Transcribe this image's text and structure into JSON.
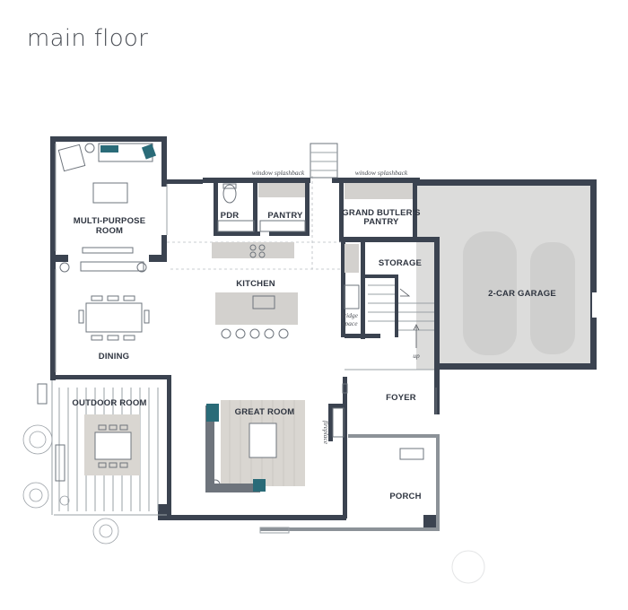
{
  "header": {
    "title": "main floor"
  },
  "rooms": {
    "multi_purpose_line1": "MULTI-PURPOSE",
    "multi_purpose_line2": "ROOM",
    "pdr": "PDR",
    "pantry": "PANTRY",
    "grand_butlers_line1": "GRAND BUTLER'S",
    "grand_butlers_line2": "PANTRY",
    "garage": "2-CAR GARAGE",
    "storage": "STORAGE",
    "kitchen": "KITCHEN",
    "dining": "DINING",
    "outdoor_room": "OUTDOOR ROOM",
    "great_room": "GREAT ROOM",
    "foyer": "FOYER",
    "porch": "PORCH"
  },
  "notes": {
    "splashback_left": "window splashback",
    "splashback_right": "window splashback",
    "fridge_line1": "fridge",
    "fridge_line2": "space",
    "fireplace": "fireplace",
    "stair_up": "up"
  },
  "colors": {
    "wall": "#3b4350",
    "garage_fill": "#dcdcdb",
    "car_fill": "#cfcfce",
    "rug": "#d9d6d1",
    "counter": "#d3d1ce",
    "accent_teal": "#2a6b78"
  }
}
